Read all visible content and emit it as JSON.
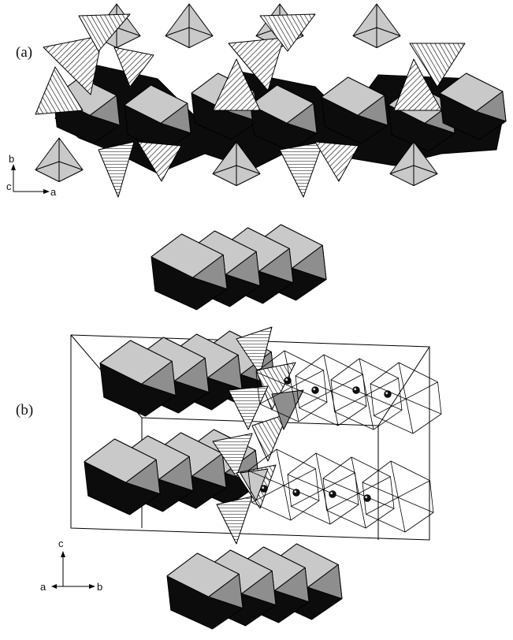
{
  "figure": {
    "panel_a": {
      "label": "(a)",
      "axes": {
        "vertical": "b",
        "origin": "c",
        "horizontal": "a"
      }
    },
    "panel_b": {
      "label": "(b)",
      "axes": {
        "vertical": "c",
        "left": "a",
        "right": "b"
      }
    }
  },
  "colors": {
    "light": "#c9c9c9",
    "mid": "#8e8e8e",
    "dark": "#0c0c0c",
    "hatch": "#ffffff",
    "edge": "#000000"
  }
}
